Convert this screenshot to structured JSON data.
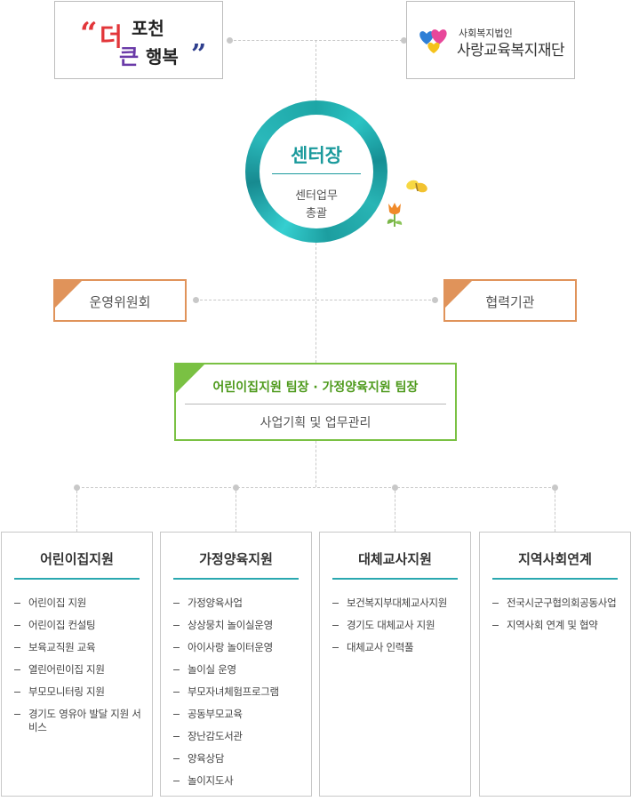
{
  "logos": {
    "left": {
      "quote_open": "“",
      "deo": "더",
      "pocheon": "포천",
      "keun": "큰",
      "haengbok": "행복",
      "quote_close": "”"
    },
    "right": {
      "sub": "사회복지법인",
      "name": "사랑교육복지재단"
    }
  },
  "director": {
    "title": "센터장",
    "desc_line1": "센터업무",
    "desc_line2": "총괄"
  },
  "side": {
    "left": "운영위원회",
    "right": "협력기관"
  },
  "team": {
    "title": "어린이집지원 팀장 · 가정양육지원 팀장",
    "desc": "사업기획 및 업무관리"
  },
  "departments": [
    {
      "title": "어린이집지원",
      "items": [
        "어린이집 지원",
        "어린이집 컨설팅",
        "보육교직원 교육",
        "열린어린이집 지원",
        "부모모니터링 지원",
        "경기도 영유아 발달 지원 서비스"
      ]
    },
    {
      "title": "가정양육지원",
      "items": [
        "가정양육사업",
        "상상뭉치 놀이실운영",
        "아이사랑 놀이터운영",
        "놀이실 운영",
        "부모자녀체험프로그램",
        "공동부모교육",
        "장난감도서관",
        "양육상담",
        "놀이지도사"
      ]
    },
    {
      "title": "대체교사지원",
      "items": [
        "보건복지부대체교사지원",
        "경기도 대체교사 지원",
        "대체교사 인력풀"
      ]
    },
    {
      "title": "지역사회연계",
      "items": [
        "전국시군구협의회공동사업",
        "지역사회 연계 및 협약"
      ]
    }
  ],
  "colors": {
    "teal": "#1b9a9c",
    "orange": "#e0935a",
    "green": "#7ac143",
    "connector": "#c8c8c8"
  }
}
